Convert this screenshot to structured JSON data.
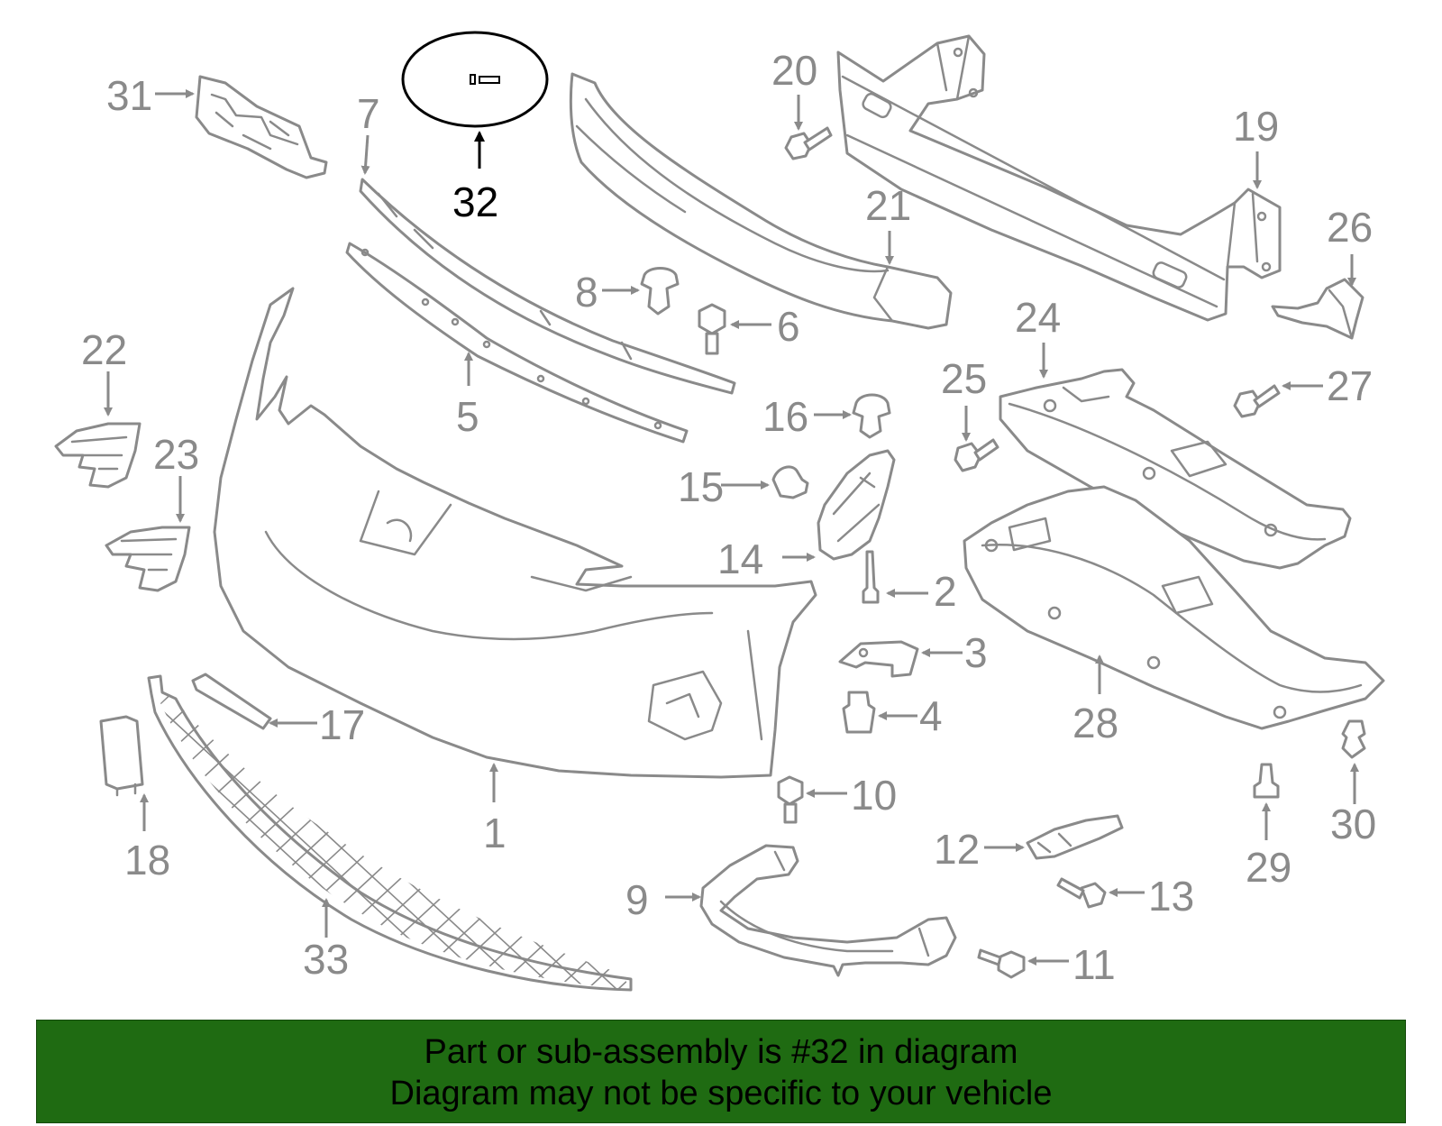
{
  "highlight_color": "#000000",
  "part_color": "#8a8a8a",
  "banner": {
    "color": "#1f6b12",
    "line1": "Part or sub-assembly is #32 in diagram",
    "line2": "Diagram may not be specific to your vehicle"
  },
  "highlighted_part": "32",
  "callouts": {
    "c1": "1",
    "c2": "2",
    "c3": "3",
    "c4": "4",
    "c5": "5",
    "c6": "6",
    "c7": "7",
    "c8": "8",
    "c9": "9",
    "c10": "10",
    "c11": "11",
    "c12": "12",
    "c13": "13",
    "c14": "14",
    "c15": "15",
    "c16": "16",
    "c17": "17",
    "c18": "18",
    "c19": "19",
    "c20": "20",
    "c21": "21",
    "c22": "22",
    "c23": "23",
    "c24": "24",
    "c25": "25",
    "c26": "26",
    "c27": "27",
    "c28": "28",
    "c29": "29",
    "c30": "30",
    "c31": "31",
    "c32": "32",
    "c33": "33"
  }
}
